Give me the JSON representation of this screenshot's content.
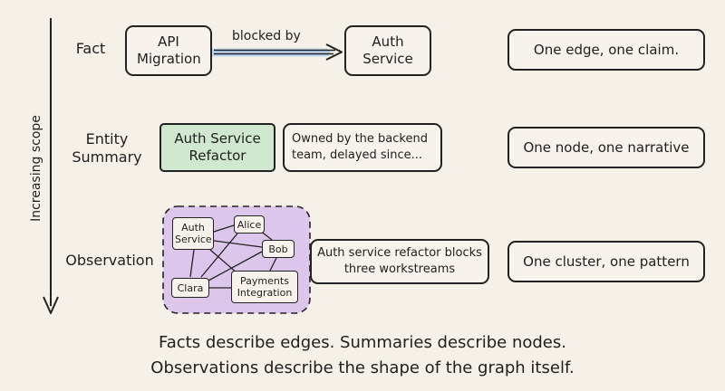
{
  "axis": {
    "label": "Increasing scope"
  },
  "rows": {
    "fact": {
      "label": "Fact",
      "source_node": "API Migration",
      "edge_label": "blocked by",
      "target_node": "Auth Service",
      "principle": "One edge, one claim."
    },
    "entity_summary": {
      "label": "Entity Summary",
      "node": "Auth Service Refactor",
      "note": "Owned by the backend team, delayed since...",
      "principle": "One node, one narrative"
    },
    "observation": {
      "label": "Observation",
      "cluster_nodes": [
        "Auth Service",
        "Alice",
        "Bob",
        "Clara",
        "Payments Integration"
      ],
      "summary": "Auth service refactor blocks three workstreams",
      "principle": "One cluster, one pattern"
    }
  },
  "caption": {
    "line1": "Facts describe edges. Summaries describe nodes.",
    "line2": "Observations describe the shape of the graph itself."
  },
  "colors": {
    "background": "#f5f0e8",
    "summary_node_fill": "#cfe8cf",
    "cluster_fill": "#dcc6ec",
    "edge_highlight": "#bcd6ef",
    "ink": "#222222"
  }
}
